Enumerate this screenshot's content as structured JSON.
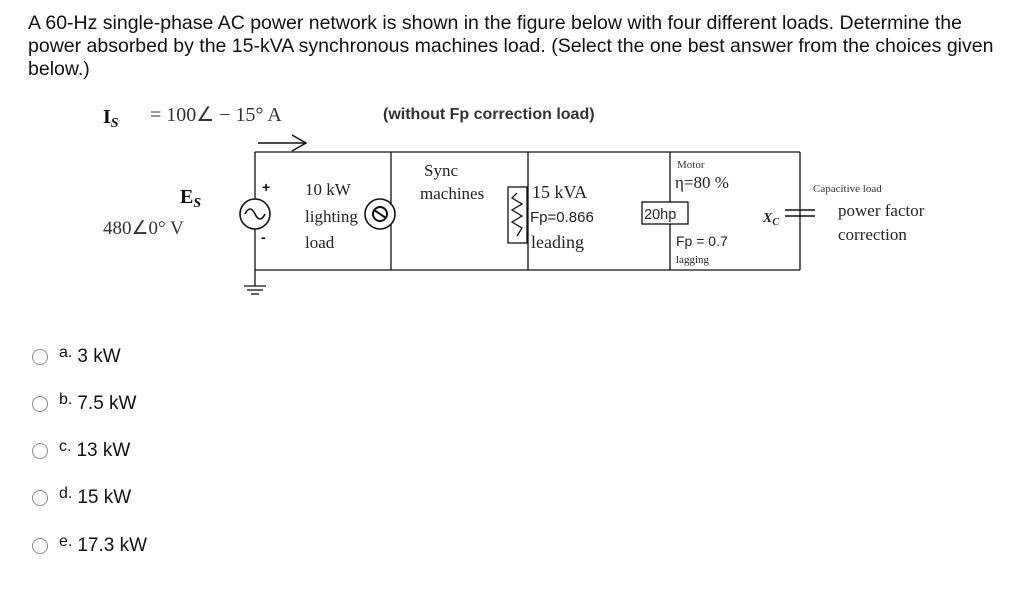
{
  "question": {
    "text": "A 60-Hz single-phase AC power network is shown in the figure below with four different loads. Determine the power absorbed by the 15-kVA synchronous machines load.  (Select the one best answer from the choices given below.)"
  },
  "figure": {
    "current": {
      "symbol": "I",
      "subscript": "S",
      "equation": "=   100∠ − 15°  A",
      "note": "(without Fp correction load)"
    },
    "source": {
      "symbol": "E",
      "subscript": "S",
      "value": "480∠0°  V",
      "plus": "+",
      "minus": "-"
    },
    "lighting": {
      "line1": "10 kW",
      "line2": "lighting",
      "line3": "load"
    },
    "sync": {
      "line1": "Sync",
      "line2": "machines",
      "rating": "15 kVA",
      "pf": "Fp=0.866",
      "pf_type": "leading"
    },
    "motor": {
      "label": "Motor",
      "efficiency": "η=80 %",
      "rating": "20hp",
      "pf": "Fp = 0.7",
      "pf_type": "lagging"
    },
    "capacitor": {
      "label": "Capacitive load",
      "symbol": "X",
      "subscript": "C",
      "line1": "power factor",
      "line2": "correction"
    }
  },
  "options": [
    {
      "letter": "a.",
      "text": "3 kW"
    },
    {
      "letter": "b.",
      "text": "7.5 kW"
    },
    {
      "letter": "c.",
      "text": "13 kW"
    },
    {
      "letter": "d.",
      "text": "15 kW"
    },
    {
      "letter": "e.",
      "text": "17.3 kW"
    }
  ]
}
